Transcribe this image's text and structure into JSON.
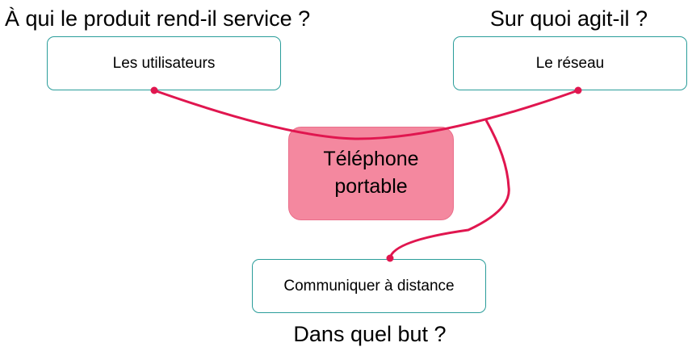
{
  "colors": {
    "curve": "#e0164f",
    "box_border": "#2a9d9a",
    "central_fill": "#f4889f"
  },
  "questions": {
    "who": "À qui le produit rend-il service ?",
    "on_what": "Sur quoi agit-il ?",
    "goal": "Dans quel but ?"
  },
  "boxes": {
    "users": "Les utilisateurs",
    "network": "Le réseau",
    "goal": "Communiquer à distance"
  },
  "central": {
    "line1": "Téléphone",
    "line2": "portable"
  }
}
